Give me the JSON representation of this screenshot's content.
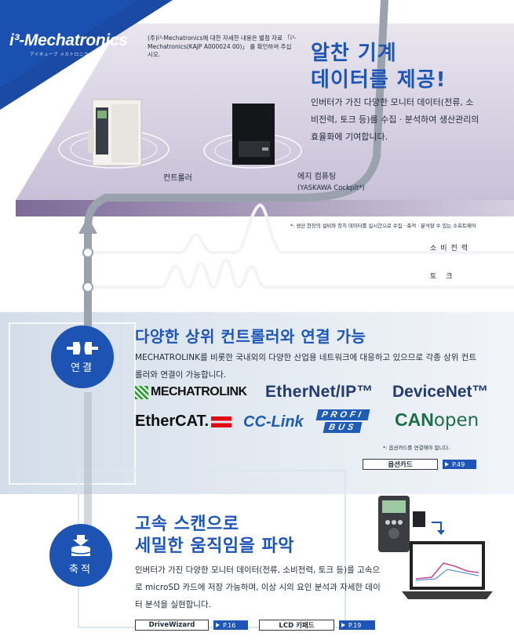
{
  "brand": {
    "logo_text": "i³-Mechatronics",
    "logo_subtext": "アイキューブ メカトロニクス"
  },
  "top_note": "(주)i³-Mechatronics에 대한 자세한 내용은 별첨 자료 「i³-Mechatronics(KAJP A000024 00)」 를 확인하여 주십시오.",
  "hero": {
    "headline_line1": "알찬 기계",
    "headline_line2": "데이터를 제공!",
    "description": "인버터가 가진 다양한 모니터 데이터(전류, 소비전력, 토크 등)를 수집 · 분석하여 생산관리의 효율화에 기여합니다.",
    "label_controller": "컨트롤러",
    "label_edge": "에지 컴퓨팅",
    "label_edge_sub": "(YASKAWA Cockpit*)",
    "footnote": "*: 생산 현장의 설비와 장치 데이터를 실시간으로 수집 · 축적 · 분석할 수 있는 소프트웨어",
    "signal_power": "소비전력",
    "signal_torque": "토크"
  },
  "connect": {
    "icon_label": "연결",
    "title": "다양한 상위 컨트롤러와 연결 가능",
    "description": "MECHATROLINK를 비롯한 국내외의 다양한 산업용 네트워크에 대응하고 있으므로 각종 상위 컨트롤러와 연결이 가능합니다.",
    "networks": {
      "mechatrolink": "MECHATROLINK",
      "ethernetip": "EtherNet/IP™",
      "devicenet": "DeviceNet™",
      "ethercat": "EtherCAT.",
      "cclink": "CC-Link",
      "profibus_top": "PROFI",
      "profibus_bottom": "BUS",
      "canopen_can": "CAN",
      "canopen_open": "open"
    },
    "footnote": "*: 옵션카드를 연결해야 합니다.",
    "ref_label": "옵션카드",
    "ref_page": "P.49"
  },
  "accumulate": {
    "icon_label": "축적",
    "title_line1": "고속 스캔으로",
    "title_line2": "세밀한 움직임을 파악",
    "description": "인버터가 가진 다양한 모니터 데이터(전류, 소비전력, 토크 등)를 고속으로 microSD 카드에 저장 가능하며, 이상 시의 요인 분석과 자세한 데이터 분석을 실현합니다.",
    "ref1_label": "DriveWizard",
    "ref1_page": "P.16",
    "ref2_label": "LCD 키패드",
    "ref2_page": "P.19"
  },
  "colors": {
    "brand_blue": "#1d54b4",
    "platform_purple": "#8a7aa8",
    "text_dark": "#1f2a3c"
  }
}
